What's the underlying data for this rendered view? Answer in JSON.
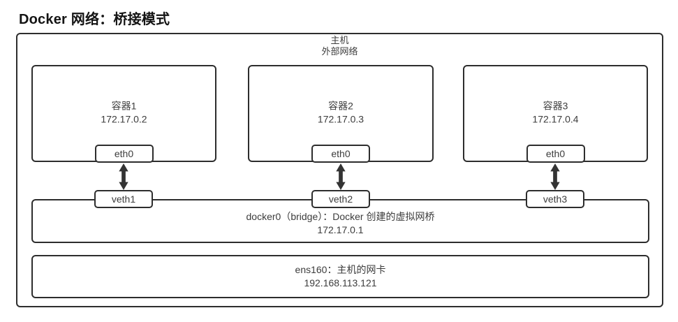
{
  "title": "Docker 网络：桥接模式",
  "host": {
    "line1": "主机",
    "line2": "外部网络"
  },
  "containers": [
    {
      "name": "容器1",
      "ip": "172.17.0.2",
      "iface": "eth0",
      "veth": "veth1"
    },
    {
      "name": "容器2",
      "ip": "172.17.0.3",
      "iface": "eth0",
      "veth": "veth2"
    },
    {
      "name": "容器3",
      "ip": "172.17.0.4",
      "iface": "eth0",
      "veth": "veth3"
    }
  ],
  "bridge": {
    "label": "docker0（bridge）：Docker 创建的虚拟网桥",
    "ip": "172.17.0.1"
  },
  "nic": {
    "label": "ens160：主机的网卡",
    "ip": "192.168.113.121"
  },
  "colors": {
    "border": "#2d2d2d",
    "text": "#3c3c3c",
    "title": "#141414",
    "arrow": "#333333"
  }
}
